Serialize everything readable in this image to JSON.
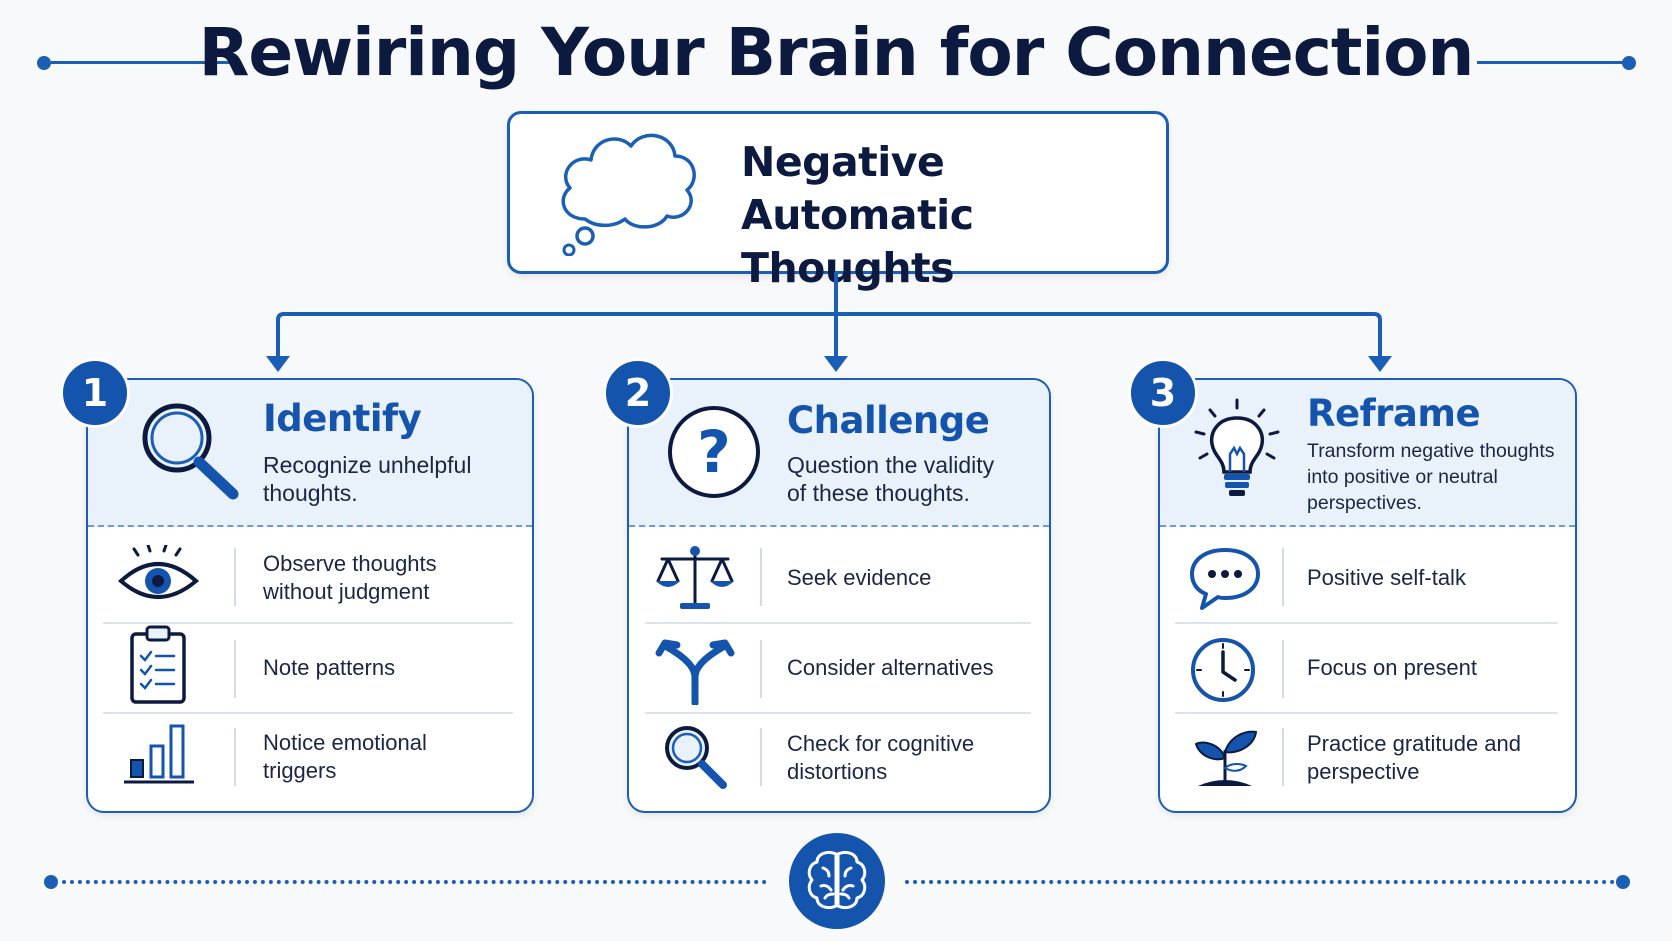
{
  "title": "Rewiring Your Brain for Connection",
  "root": {
    "label": "Negative Automatic Thoughts",
    "icon": "thought-cloud-icon"
  },
  "steps": [
    {
      "number": "1",
      "title": "Identify",
      "description": "Recognize unhelpful thoughts.",
      "icon": "magnifying-glass-icon",
      "items": [
        {
          "label": "Observe thoughts without judgment",
          "icon": "eye-icon"
        },
        {
          "label": "Note patterns",
          "icon": "clipboard-checklist-icon"
        },
        {
          "label": "Notice emotional triggers",
          "icon": "bar-chart-icon"
        }
      ]
    },
    {
      "number": "2",
      "title": "Challenge",
      "description": "Question the validity of these thoughts.",
      "icon": "question-mark-icon",
      "items": [
        {
          "label": "Seek evidence",
          "icon": "scales-icon"
        },
        {
          "label": "Consider alternatives",
          "icon": "split-arrows-icon"
        },
        {
          "label": "Check for cognitive distortions",
          "icon": "magnifier-icon"
        }
      ]
    },
    {
      "number": "3",
      "title": "Reframe",
      "description": "Transform negative thoughts into positive or neutral perspectives.",
      "icon": "lightbulb-icon",
      "items": [
        {
          "label": "Positive self-talk",
          "icon": "speech-bubble-icon"
        },
        {
          "label": "Focus on present",
          "icon": "clock-icon"
        },
        {
          "label": "Practice gratitude and perspective",
          "icon": "sprout-icon"
        }
      ]
    }
  ],
  "footer_icon": "brain-icon",
  "colors": {
    "accent": "#1454ad",
    "line": "#1b5eb5",
    "title": "#0c1a3f",
    "header_bg": "#e9f1fb"
  }
}
